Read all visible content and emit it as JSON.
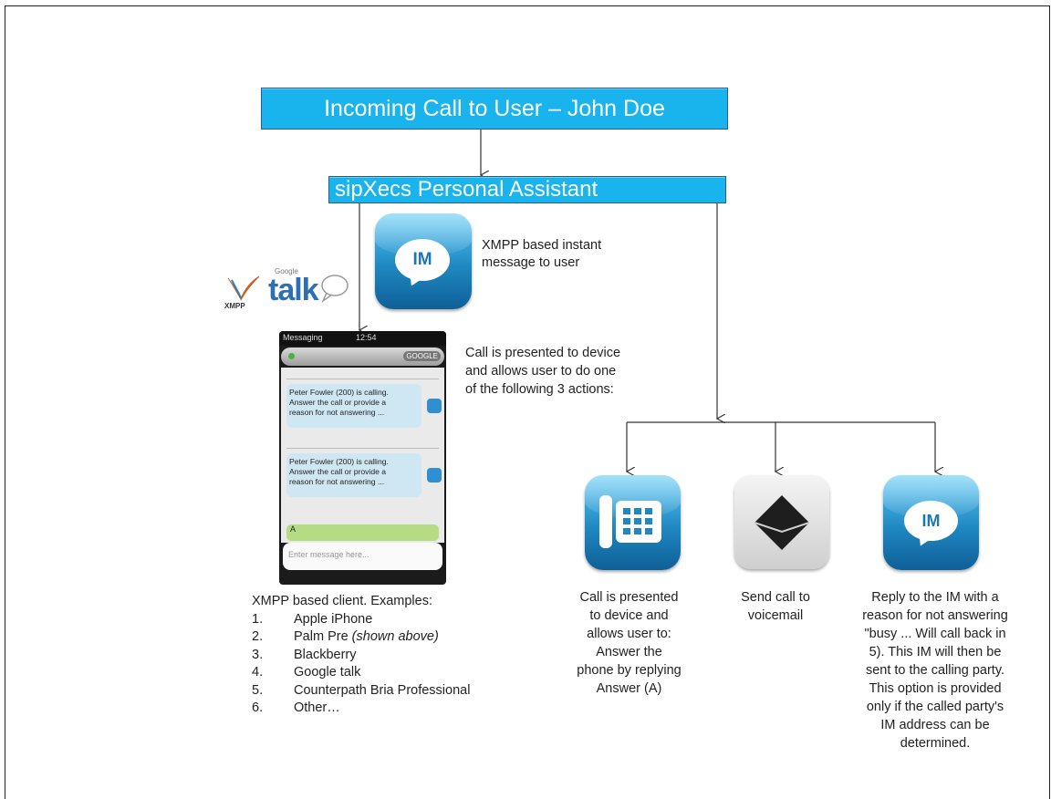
{
  "diagram": {
    "top_banner": "Incoming Call to User – John Doe",
    "assistant_banner": "sipXecs Personal Assistant",
    "im_icon_label": "IM",
    "im_caption_line1": "XMPP based instant",
    "im_caption_line2": "message to user",
    "logos": {
      "xmpp": "XMPP",
      "google": "Google",
      "talk": "talk"
    },
    "device_caption": [
      "Call is presented to device",
      "and allows user to do one",
      "of the following 3 actions:"
    ],
    "client_list": {
      "title": "XMPP based client. Examples:",
      "items": [
        {
          "num": "1.",
          "label": "Apple iPhone"
        },
        {
          "num": "2.",
          "label": "Palm Pre",
          "note": "(shown above)"
        },
        {
          "num": "3.",
          "label": "Blackberry"
        },
        {
          "num": "4.",
          "label": "Google talk"
        },
        {
          "num": "5.",
          "label": "Counterpath Bria Professional"
        },
        {
          "num": "6.",
          "label": "Other…"
        }
      ]
    },
    "actions": {
      "answer": [
        "Call is presented",
        "to device and",
        "allows user to:",
        "Answer the",
        "phone by replying",
        "Answer (A)"
      ],
      "voicemail": [
        "Send call to",
        "voicemail"
      ],
      "reply_im_label": "IM",
      "reply": [
        "Reply to the IM with a",
        "reason for not answering",
        "\"busy ... Will call back in",
        "5). This IM will then be",
        "sent to the calling party.",
        "This option is provided",
        "only if the called party's",
        "IM address can be",
        "determined."
      ]
    }
  },
  "phone_screen": {
    "app": "Messaging",
    "time": "12:54",
    "google_btn": "GOOGLE",
    "msg_line1": "Peter Fowler (200) is calling.",
    "msg_line2": "Answer the call or provide a",
    "msg_line3": "reason for not answering ...",
    "reply_text": "A",
    "input_placeholder": "Enter message here..."
  },
  "colors": {
    "banner": "#19b3ee",
    "banner_border": "#2a5f86",
    "icon_blue": "#1f88c2"
  }
}
